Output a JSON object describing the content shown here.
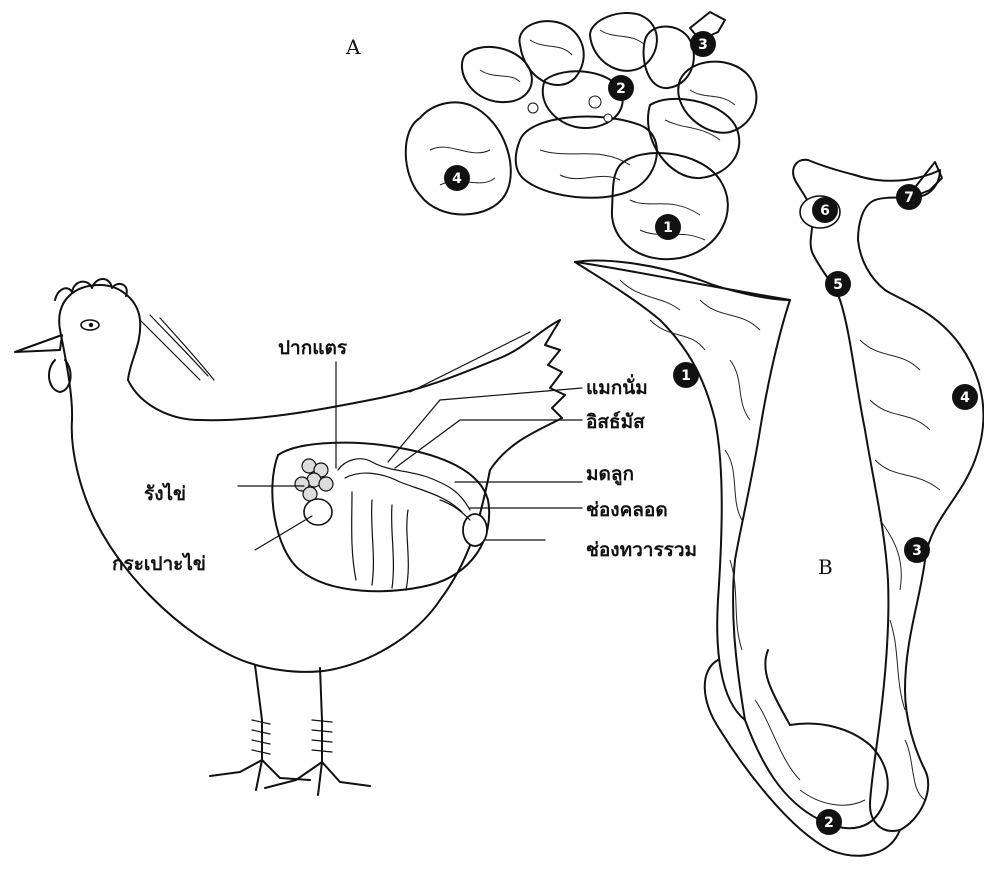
{
  "figure": {
    "panel_labels": {
      "a": "A",
      "b": "B"
    },
    "hen_labels": {
      "infundibulum": "ปากแตร",
      "magnum": "แมกนั่ม",
      "isthmus": "อิสธ์มัส",
      "uterus": "มดลูก",
      "vagina": "ช่องคลอด",
      "cloaca": "ช่องทวารรวม",
      "ovary": "รังไข่",
      "oviduct": "กระเปาะไข่"
    },
    "ovary_markers": [
      "1",
      "2",
      "3",
      "4"
    ],
    "oviduct_markers": [
      "1",
      "2",
      "3",
      "4",
      "5",
      "6",
      "7"
    ]
  }
}
